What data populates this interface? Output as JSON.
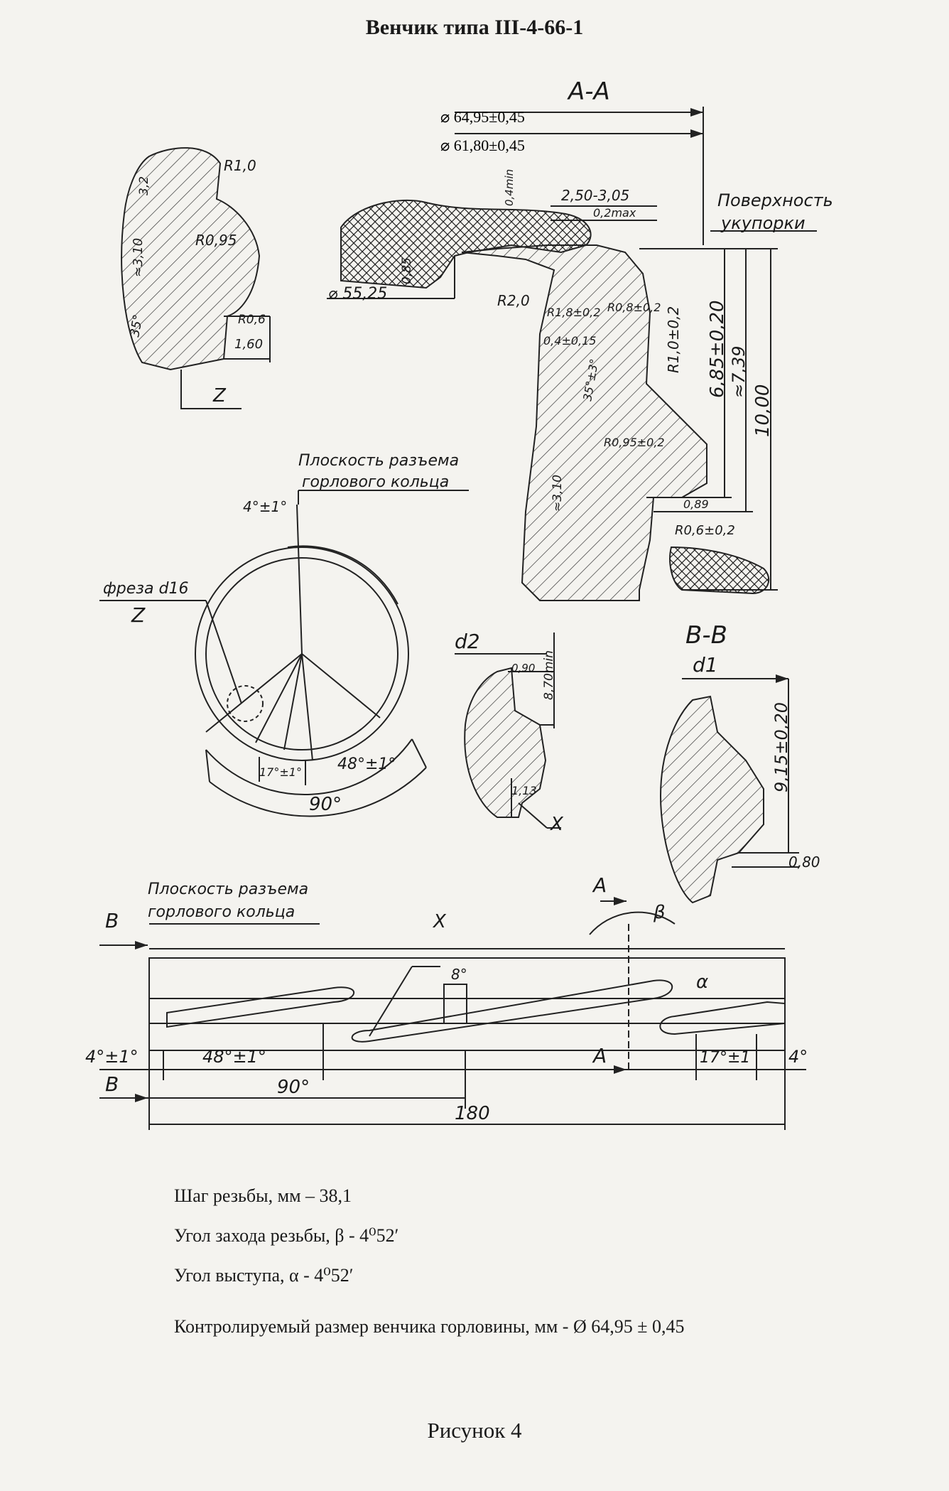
{
  "title": "Венчик типа III-4-66-1",
  "drawing": {
    "section_aa": "А-А",
    "section_bb": "В-В",
    "dim_outer": "64,95±0,45",
    "dim_inner": "61,80±0,45",
    "dim_55": "55,25",
    "dim_250": "2,50-3,05",
    "dim_02": "0,2max",
    "dim_04": "0,4min",
    "dim_085": "0,85",
    "r20": "R2,0",
    "r18": "R1,8±0,2",
    "r08": "R0,8±0,2",
    "r10": "R1,0±0,2",
    "r095": "R0,95±0,2",
    "r06": "R0,6±0,2",
    "dim_04b": "0,4±0,15",
    "ang_35": "35°±3°",
    "dim_310": "≈3,10",
    "dim_685": "6,85±0,20",
    "dim_739": "≈7,39",
    "dim_1000": "10,00",
    "dim_089": "0,89",
    "surface_label_1": "Поверхность",
    "surface_label_2": "укупорки",
    "z_r10": "R1,0",
    "z_32": "3,2",
    "z_310": "≈3,10",
    "z_35": "35°",
    "z_r095": "R0,95",
    "z_r06": "R0,6",
    "z_160": "1,60",
    "z_label": "Z",
    "plane_1": "Плоскость разъема",
    "plane_2": "горлового кольца",
    "ang_4": "4°±1°",
    "mill": "фреза d16",
    "mill_z": "Z",
    "ang_17": "17°±1°",
    "ang_48": "48°±1°",
    "ang_90": "90°",
    "d2": "d2",
    "d2_090": "0,90",
    "d2_870": "8,70min",
    "d2_113": "1,13",
    "d2_x": "X",
    "d1": "d1",
    "d1_915": "9,15±0,20",
    "d1_080": "0,80",
    "dev_plane_1": "Плоскость разъема",
    "dev_plane_2": "горлового кольца",
    "dev_b": "В",
    "dev_a": "А",
    "dev_beta": "β",
    "dev_x": "X",
    "dev_8": "8°",
    "dev_alpha": "α",
    "dev_4": "4°±1°",
    "dev_48": "48°±1°",
    "dev_17": "17°±1",
    "dev_4r": "4°",
    "dev_90": "90°",
    "dev_180": "180"
  },
  "notes": {
    "pitch": "Шаг резьбы, мм – 38,1",
    "entry_angle": "Угол захода резьбы, β - 4⁰52′",
    "ledge_angle": "Угол выступа, α  -  4⁰52′"
  },
  "control": "Контролируемый размер венчика горловины, мм - Ø 64,95 ± 0,45",
  "figure": "Рисунок  4"
}
